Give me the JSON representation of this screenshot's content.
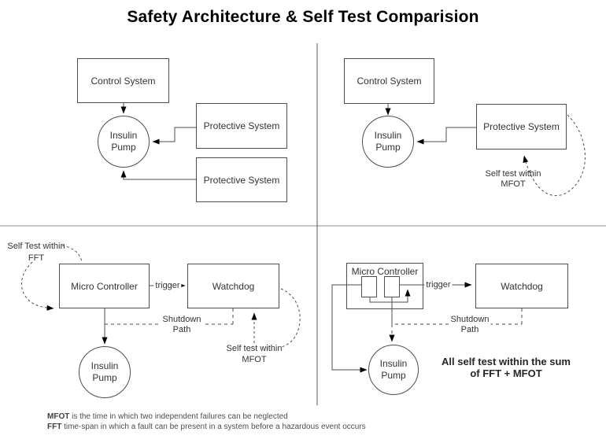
{
  "title": "Safety Architecture & Self Test Comparision",
  "q1": {
    "control": "Control System",
    "pump_line1": "Insulin",
    "pump_line2": "Pump",
    "protective1": "Protective System",
    "protective2": "Protective System"
  },
  "q2": {
    "control": "Control System",
    "pump_line1": "Insulin",
    "pump_line2": "Pump",
    "protective": "Protective System",
    "selftest_line1": "Self test within",
    "selftest_line2": "MFOT"
  },
  "q3": {
    "micro": "Micro Controller",
    "watchdog": "Watchdog",
    "trigger": "trigger",
    "shutdown_line1": "Shutdown",
    "shutdown_line2": "Path",
    "pump_line1": "Insulin",
    "pump_line2": "Pump",
    "fft_line1": "Self Test within",
    "fft_line2": "FFT",
    "mfot_line1": "Self test within",
    "mfot_line2": "MFOT"
  },
  "q4": {
    "micro": "Micro Controller",
    "watchdog": "Watchdog",
    "trigger": "trigger",
    "shutdown_line1": "Shutdown",
    "shutdown_line2": "Path",
    "pump_line1": "Insulin",
    "pump_line2": "Pump",
    "summary_line1": "All self test within the sum",
    "summary_line2": "of FFT + MFOT"
  },
  "footnotes": {
    "mfot_term": "MFOT",
    "mfot_def": " is the time in which two independent failures can be neglected",
    "fft_term": "FFT",
    "fft_def": " time-span in which a fault can be present in a system before a hazardous event occurs"
  },
  "colors": {
    "connector": "#4d4d4d",
    "arrowhead": "#000000",
    "divider": "#8c8c8c",
    "text": "#333333",
    "background": "#ffffff"
  }
}
